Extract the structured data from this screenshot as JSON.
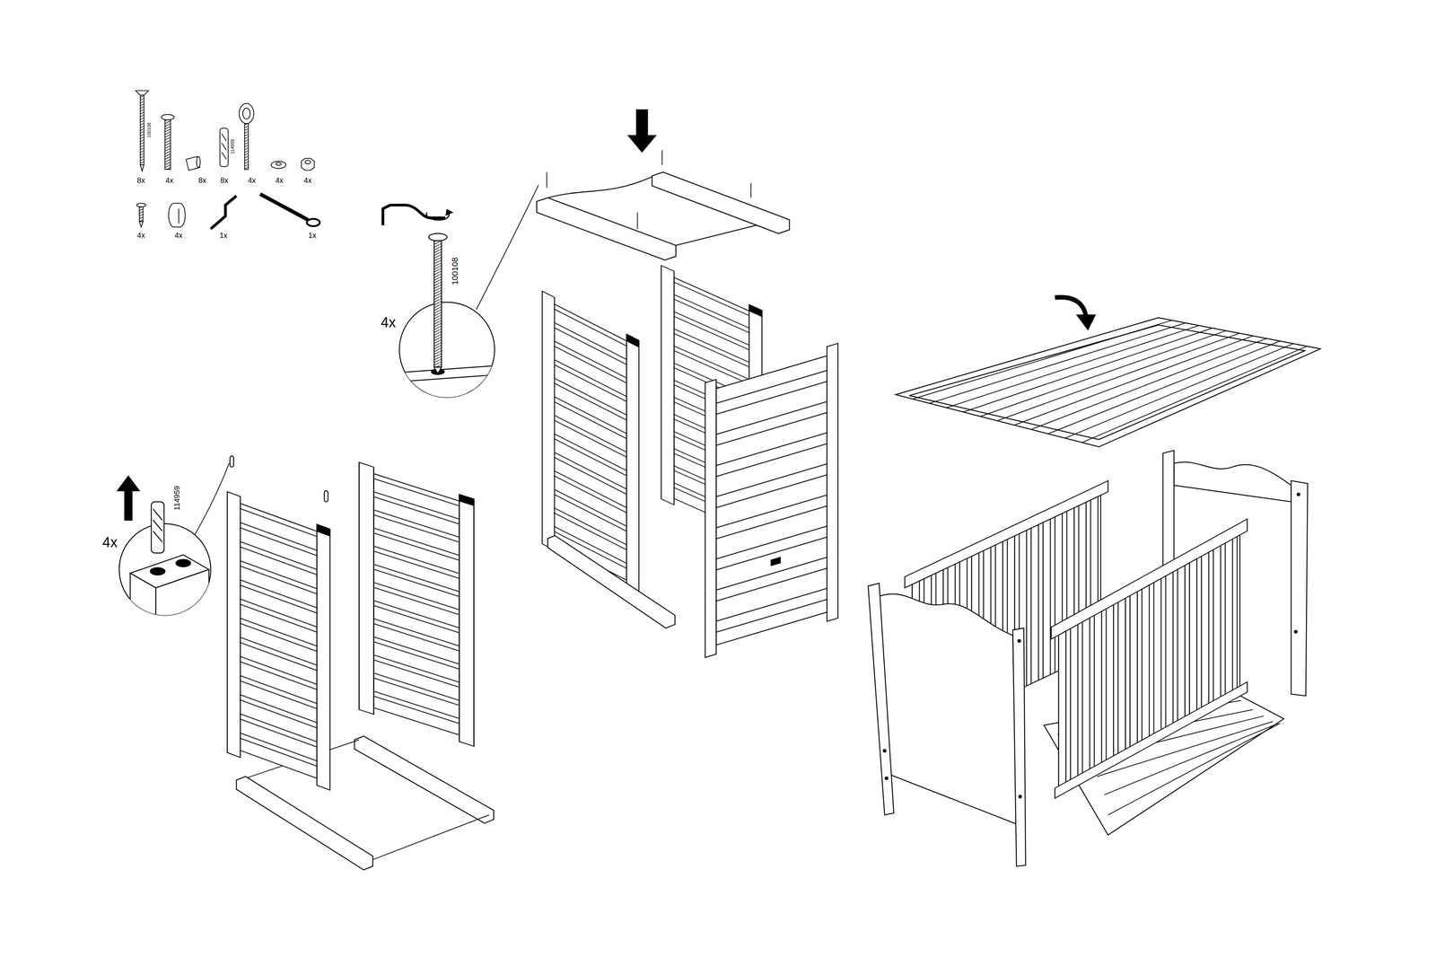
{
  "diagram": {
    "labels": [
      "8x",
      "4x",
      "8x",
      "8x",
      "4x",
      "4x",
      "4x",
      "100108",
      "114959",
      "4x",
      "4x",
      "1x",
      "1x",
      "4x",
      "100108",
      "4x",
      "114959"
    ]
  }
}
